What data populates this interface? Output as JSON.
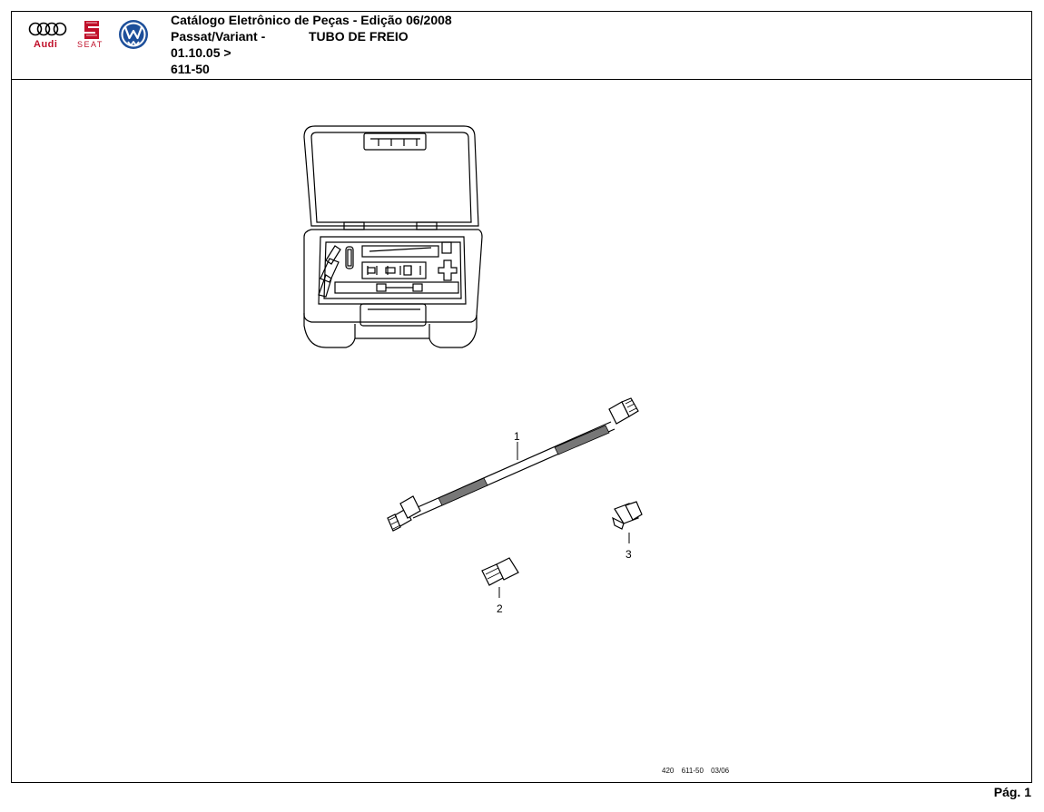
{
  "header": {
    "catalog_title": "Catálogo Eletrônico de Peças - Edição 06/2008",
    "model": "Passat/Variant -",
    "part_group": "TUBO DE FREIO",
    "date_range": "01.10.05 >",
    "section_code": "611-50"
  },
  "logos": {
    "audi_label": "Audi",
    "seat_label": "SEAT",
    "vw_label": "VW"
  },
  "callouts": {
    "item1": "1",
    "item2": "2",
    "item3": "3"
  },
  "drawing_code": "420 611-50 03/06",
  "footer": {
    "page_label": "Pág. 1"
  }
}
